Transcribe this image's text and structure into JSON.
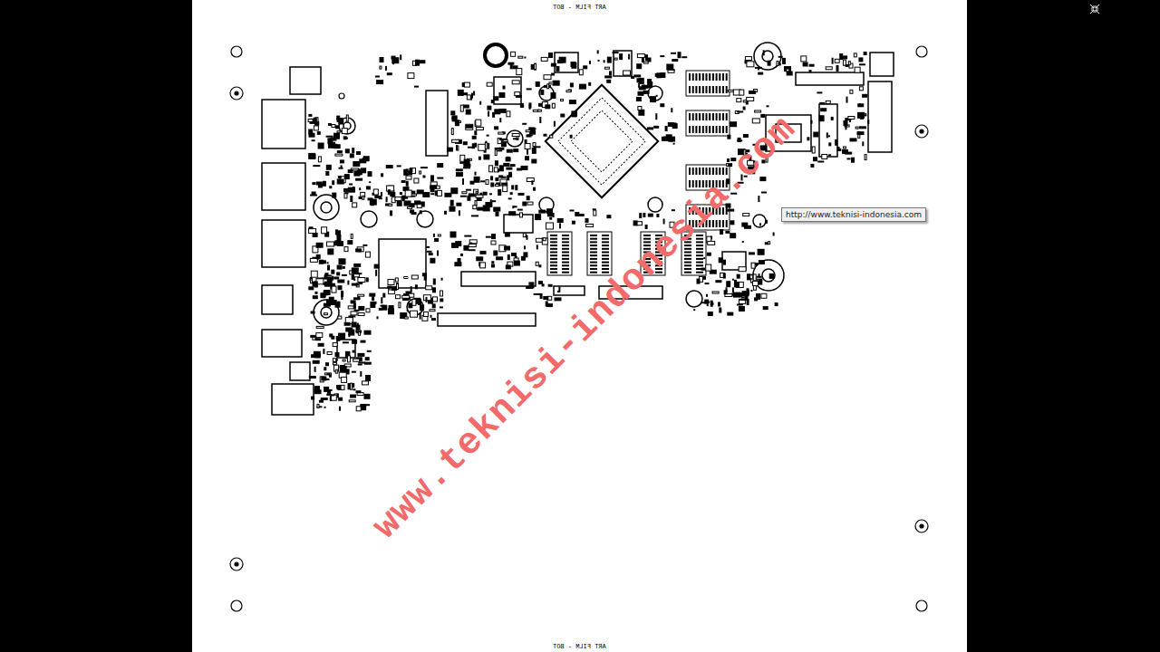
{
  "diagram": {
    "nodes": [
      {
        "text": [
          "http://www.teknisi-indonesia.com"
        ]
      }
    ],
    "labels": [
      "ART FILM - BOT",
      "ART FILM - BOT",
      "www.teknisi-indonesia.com"
    ]
  }
}
